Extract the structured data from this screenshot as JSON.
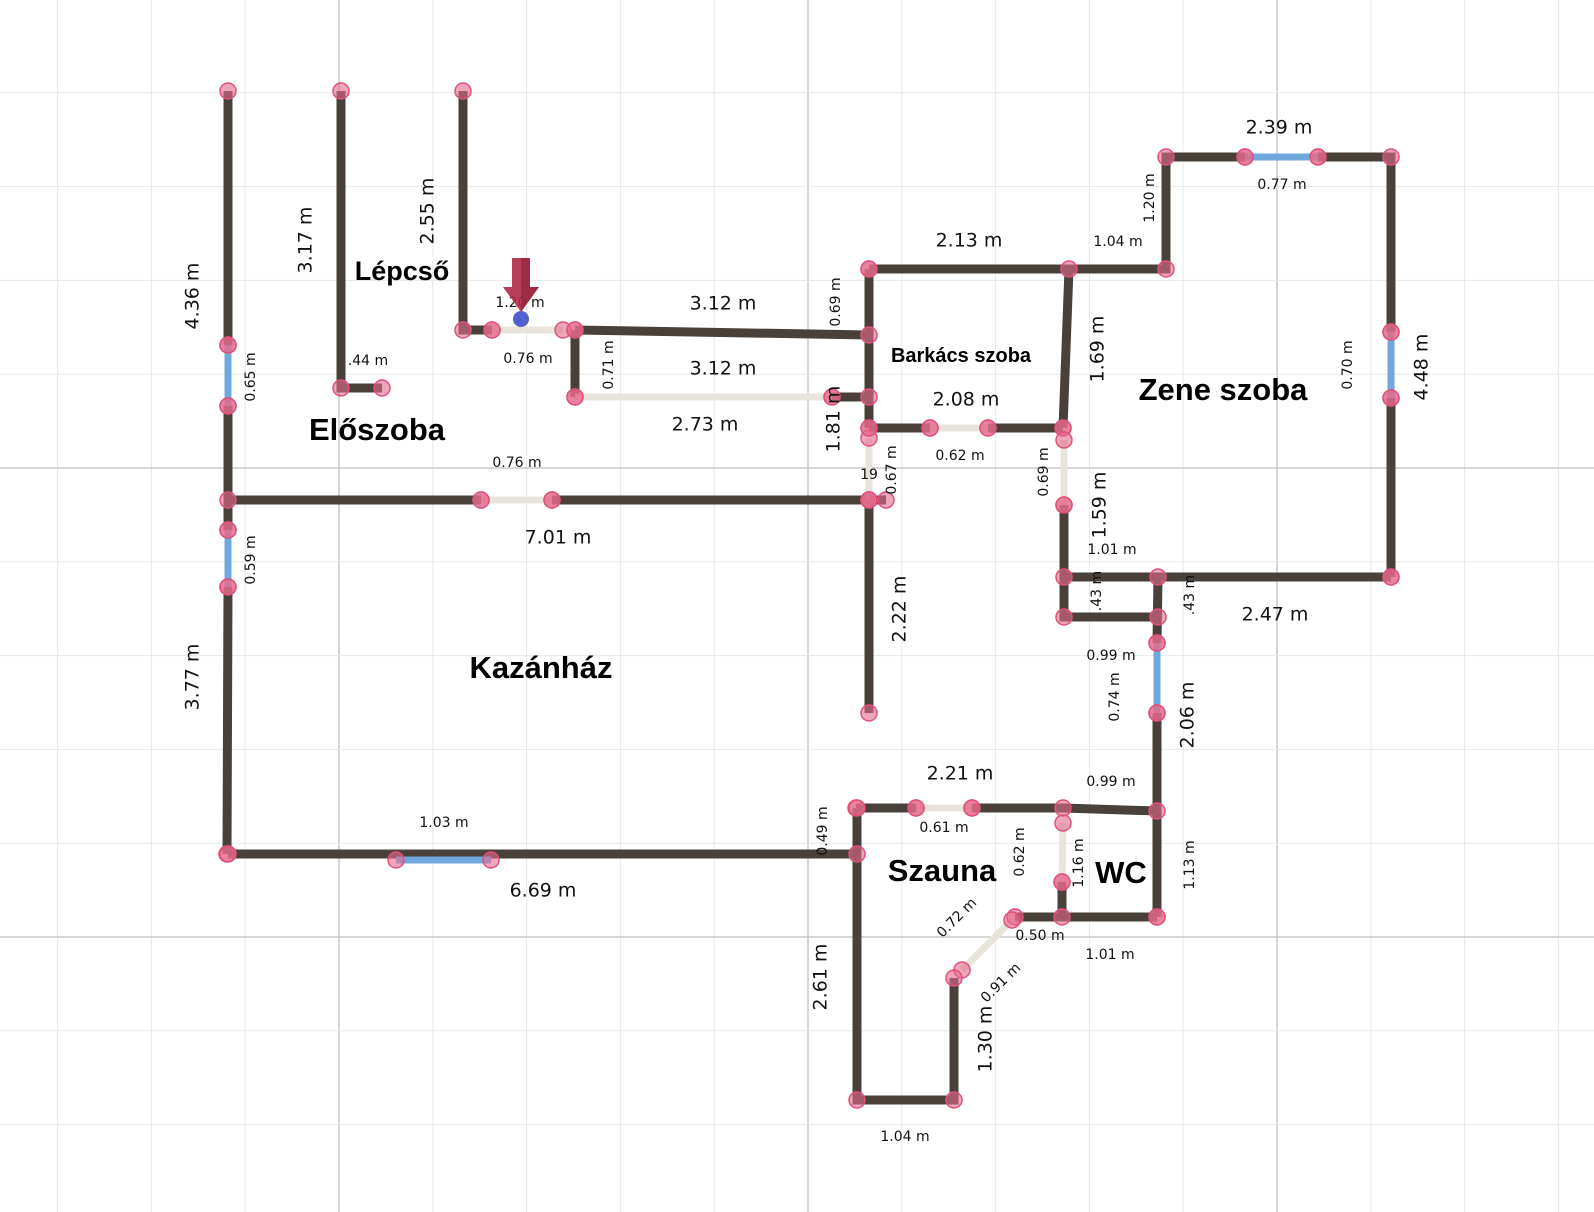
{
  "colors": {
    "wall": "#4a403a",
    "door": "#e8e4dc",
    "window": "#6fa8dc",
    "node_fill": "#e46a8c",
    "node_stroke": "#e0507a",
    "marker": "#b02a48",
    "cursor": "#5060d0"
  },
  "rooms": [
    "Lépcső",
    "Előszoba",
    "Kazánház",
    "Barkács szoba",
    "Zene szoba",
    "Szauna",
    "WC"
  ],
  "dimensions": [
    "4.36 m",
    "3.17 m",
    "2.55 m",
    "1.20 m",
    "0.76 m",
    "3.12 m",
    "3.12 m",
    "0.71 m",
    "2.73 m",
    ".44 m",
    "0.65 m",
    "0.76 m",
    "7.01 m",
    "0.59 m",
    "3.77 m",
    "0.69 m",
    "1.81 m",
    "19",
    "0.67 m",
    "2.22 m",
    "2.13 m",
    "1.04 m",
    "1.20 m",
    "2.39 m",
    "0.77 m",
    "1.69 m",
    "2.08 m",
    "0.62 m",
    "0.69 m",
    "1.59 m",
    "1.01 m",
    "0.70 m",
    "4.48 m",
    ".43 m",
    ".43 m",
    "2.47 m",
    "0.99 m",
    "0.74 m",
    "2.06 m",
    "0.61 m",
    "2.21 m",
    "0.99 m",
    "1.03 m",
    "0.49 m",
    "6.69 m",
    "0.62 m",
    "1.16 m",
    "1.13 m",
    "0.72 m",
    "0.50 m",
    "1.01 m",
    "0.91 m",
    "2.61 m",
    "1.30 m",
    "1.04 m"
  ]
}
